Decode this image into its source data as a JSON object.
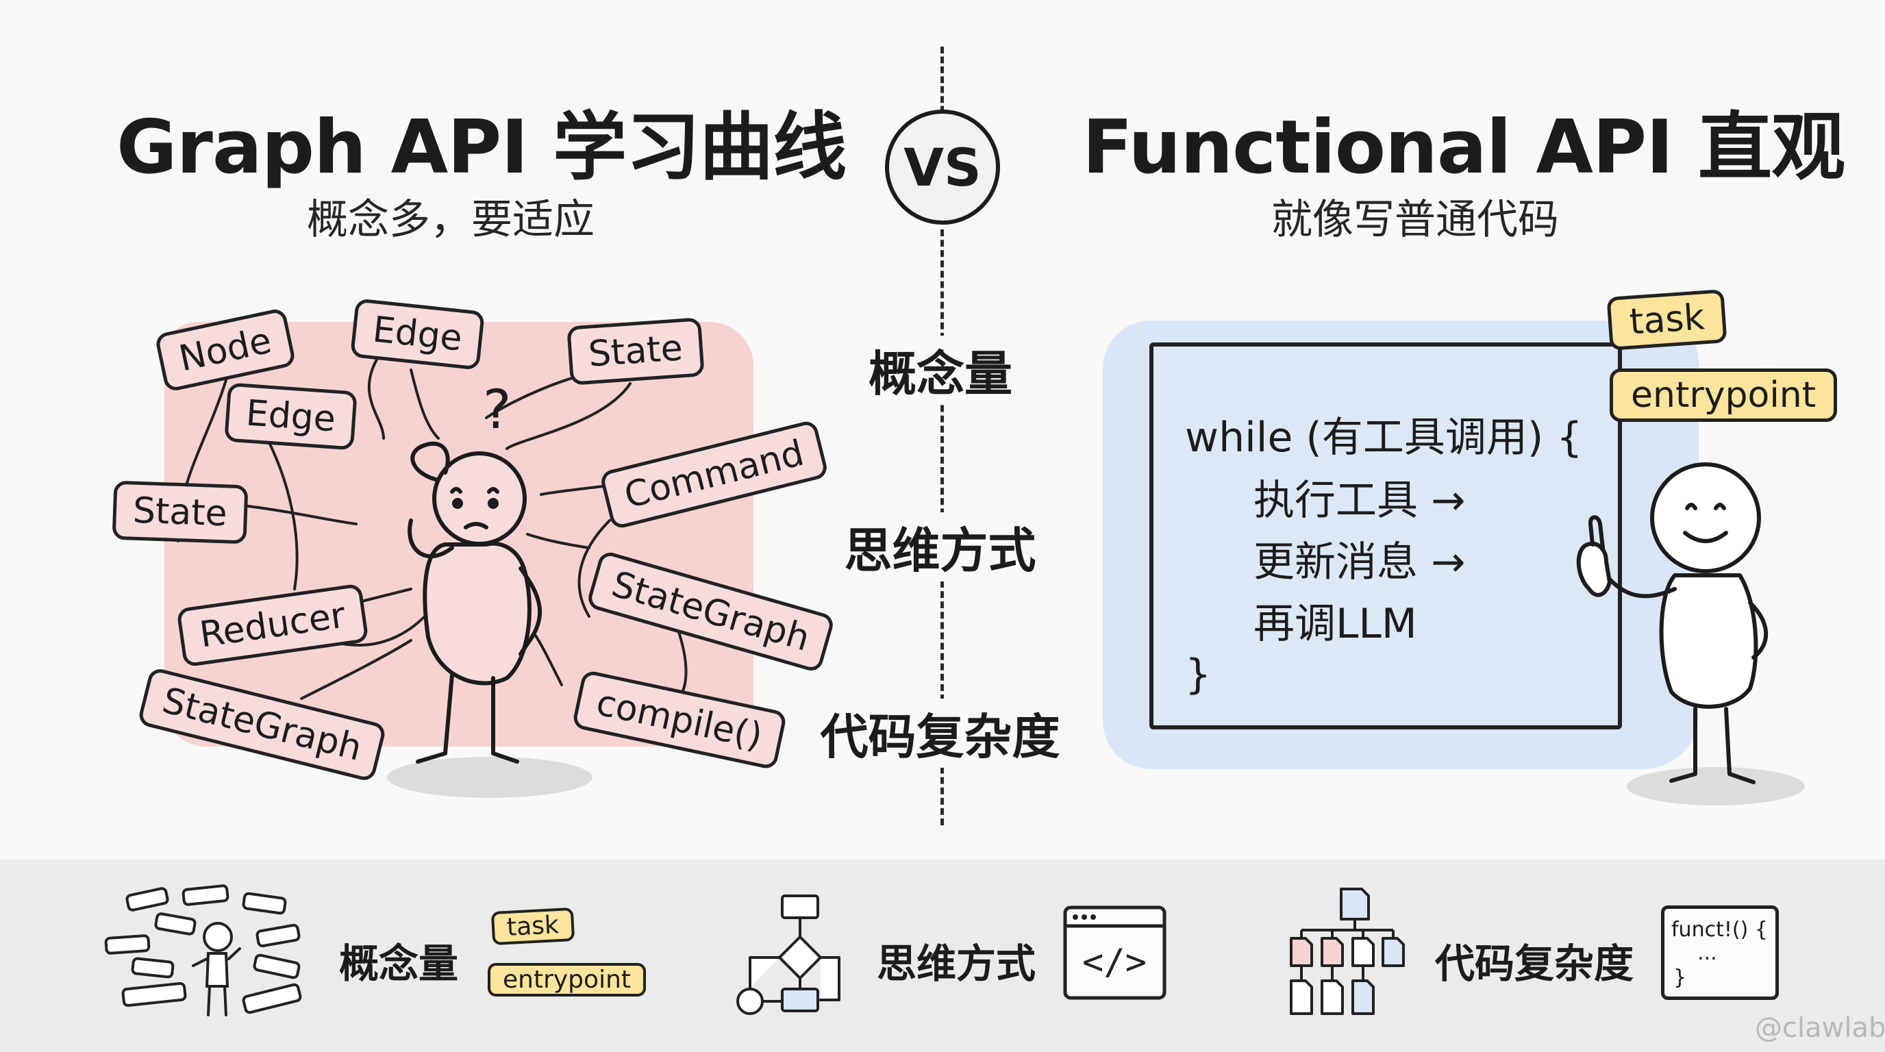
{
  "left": {
    "title": "Graph API 学习曲线",
    "subtitle": "概念多，要适应",
    "question_mark": "?",
    "tags": [
      "Node",
      "Edge",
      "Edge",
      "State",
      "State",
      "Command",
      "StateGraph",
      "Reducer",
      "StateGraph",
      "compile()"
    ]
  },
  "vs": "VS",
  "right": {
    "title": "Functional API 直观",
    "subtitle": "就像写普通代码",
    "code_lines": [
      "while (有工具调用) {",
      "执行工具 →",
      "更新消息 →",
      "再调LLM",
      "}"
    ],
    "tags": [
      "task",
      "entrypoint"
    ]
  },
  "center_labels": [
    "概念量",
    "思维方式",
    "代码复杂度"
  ],
  "bottom": {
    "items": [
      {
        "label": "概念量",
        "tags": [
          "task",
          "entrypoint"
        ]
      },
      {
        "label": "思维方式",
        "icon": "code-window-icon",
        "icon_text": "</>"
      },
      {
        "label": "代码复杂度",
        "code_lines": [
          "funct!() {",
          "...",
          "}"
        ]
      }
    ]
  },
  "watermark": "@clawlab",
  "colors": {
    "pink": "#f6d3d1",
    "blue": "#d9e6f8",
    "yellow": "#fbe49c",
    "ink": "#1c1c1c"
  }
}
